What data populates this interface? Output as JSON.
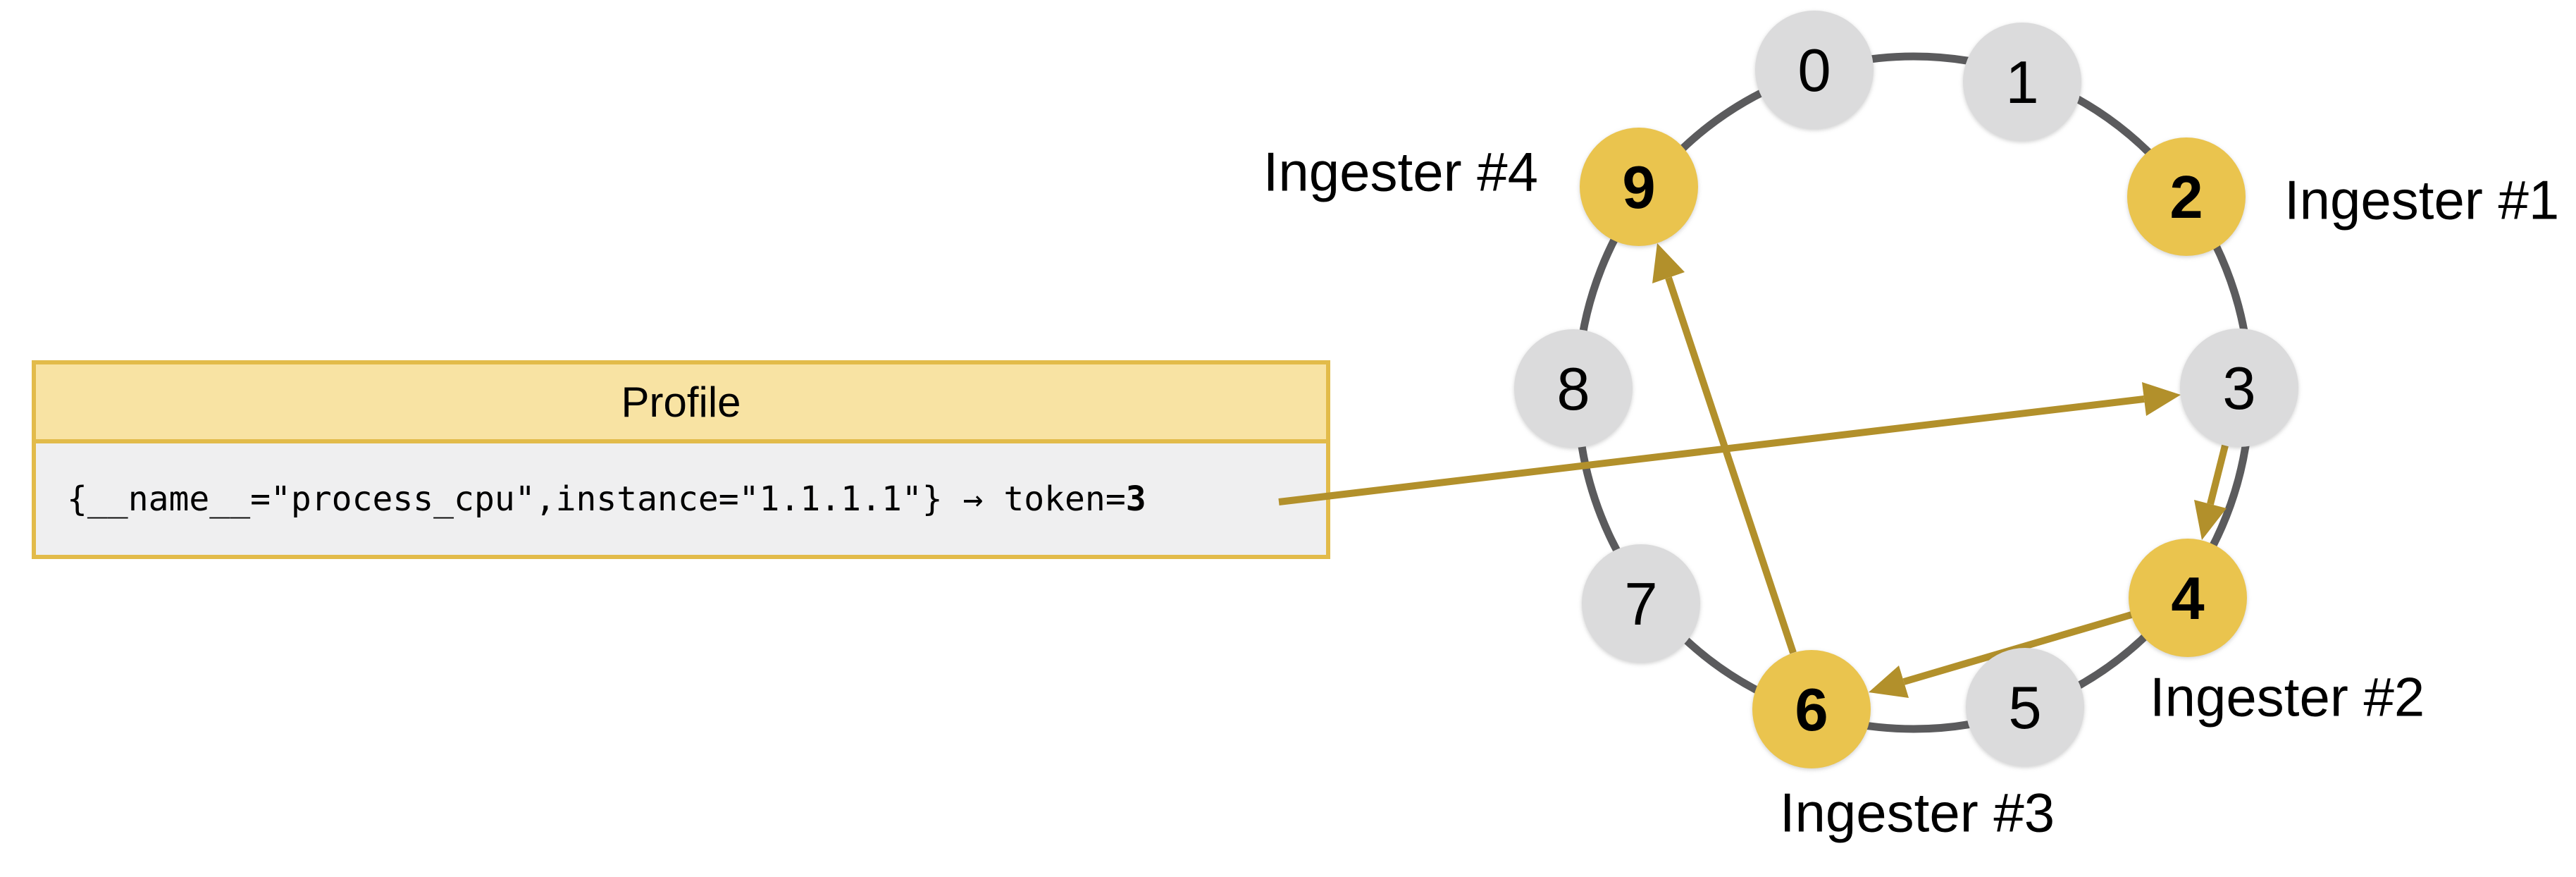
{
  "profile_card": {
    "title": "Profile",
    "series_text": "{__name__=\"process_cpu\",instance=\"1.1.1.1\"} → token=",
    "token_value": "3"
  },
  "ring": {
    "nodes": [
      {
        "value": "0",
        "highlighted": false
      },
      {
        "value": "1",
        "highlighted": false
      },
      {
        "value": "2",
        "highlighted": true,
        "ingester_label": "Ingester #1"
      },
      {
        "value": "3",
        "highlighted": false
      },
      {
        "value": "4",
        "highlighted": true,
        "ingester_label": "Ingester #2"
      },
      {
        "value": "5",
        "highlighted": false
      },
      {
        "value": "6",
        "highlighted": true,
        "ingester_label": "Ingester #3"
      },
      {
        "value": "7",
        "highlighted": false
      },
      {
        "value": "8",
        "highlighted": false
      },
      {
        "value": "9",
        "highlighted": true,
        "ingester_label": "Ingester #4"
      }
    ],
    "arrows": [
      {
        "from": "Profile",
        "to": "3"
      },
      {
        "from": "3",
        "to": "4"
      },
      {
        "from": "4",
        "to": "6"
      },
      {
        "from": "6",
        "to": "9"
      }
    ]
  },
  "colors": {
    "canvas_bg": "#ffffff",
    "ring_stroke": "#5b5b5d",
    "node_fill": "#dbdbdc",
    "ingester_node_fill": "#eac44e",
    "arrow": "#b2902b",
    "card_border": "#e2bb4a",
    "card_header_fill": "#f8e3a3",
    "card_body_fill": "#efeff0",
    "text": "#000000"
  }
}
